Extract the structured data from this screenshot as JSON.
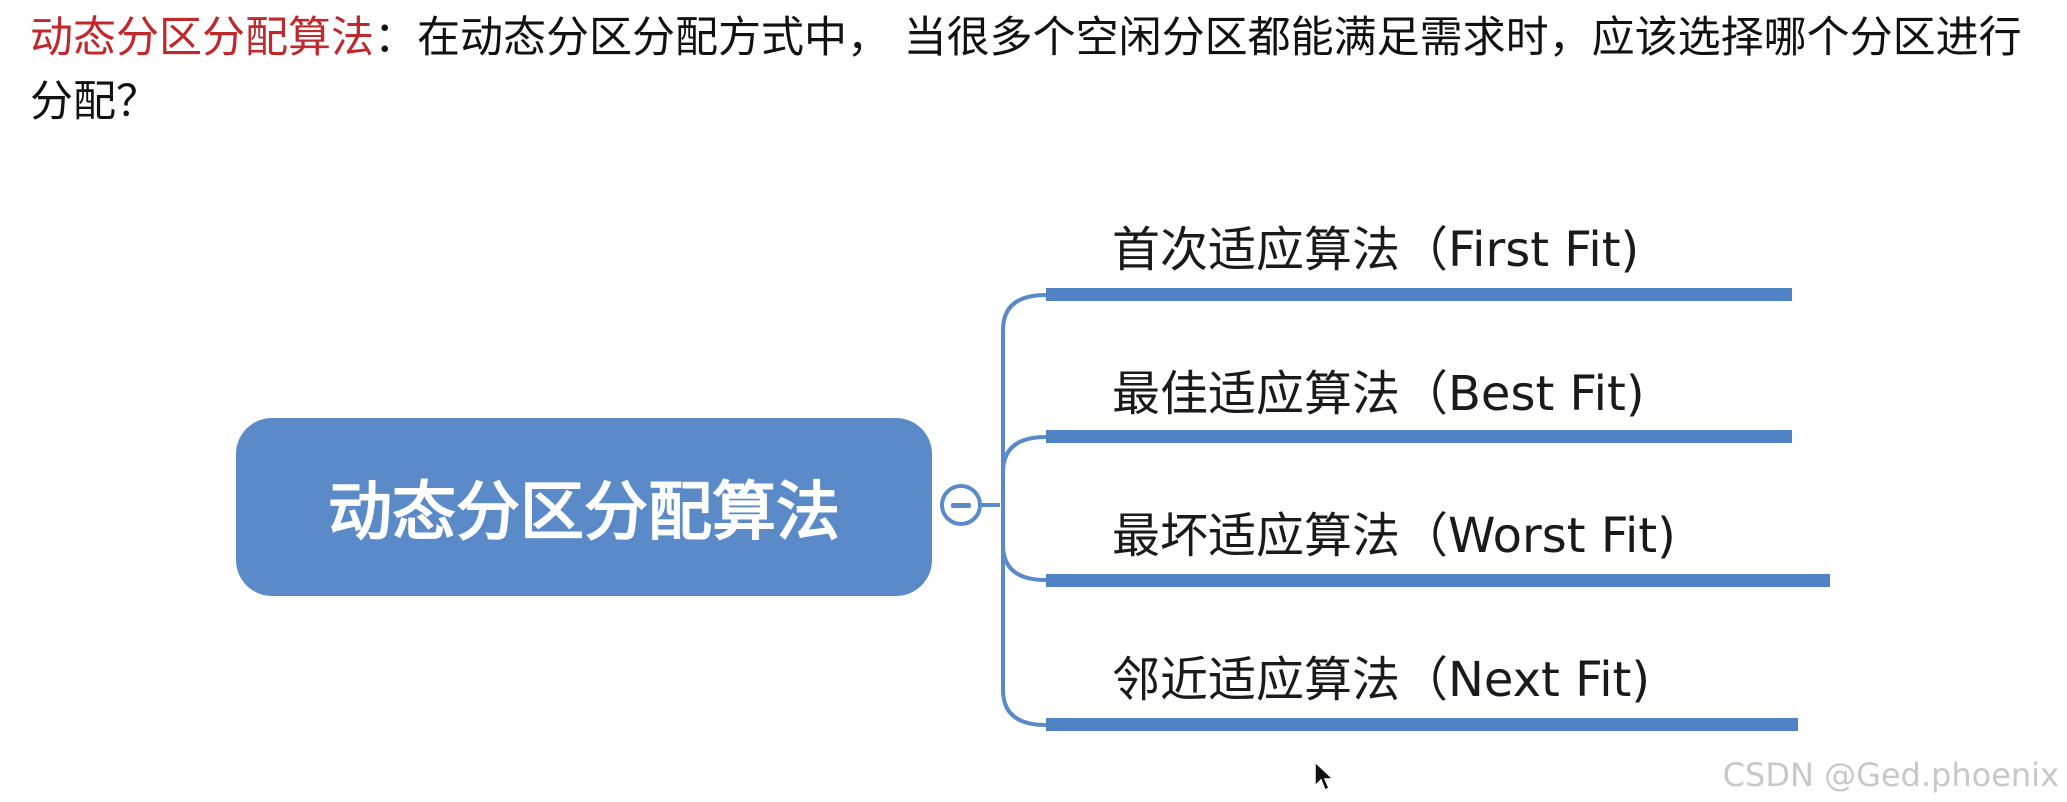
{
  "question": {
    "term": "动态分区分配算法",
    "text": "：在动态分区分配方式中， 当很多个空闲分区都能满足需求时，应该选择哪个分区进行分配？"
  },
  "mindmap": {
    "root": "动态分区分配算法",
    "branches": [
      {
        "label": "首次适应算法（First Fit)"
      },
      {
        "label": "最佳适应算法（Best Fit)"
      },
      {
        "label": "最坏适应算法（Worst Fit)"
      },
      {
        "label": "邻近适应算法（Next Fit)"
      }
    ]
  },
  "watermark": "CSDN @Ged.phoenix",
  "colors": {
    "accent_blue": "#5a8ac8",
    "term_red": "#c0282b"
  }
}
